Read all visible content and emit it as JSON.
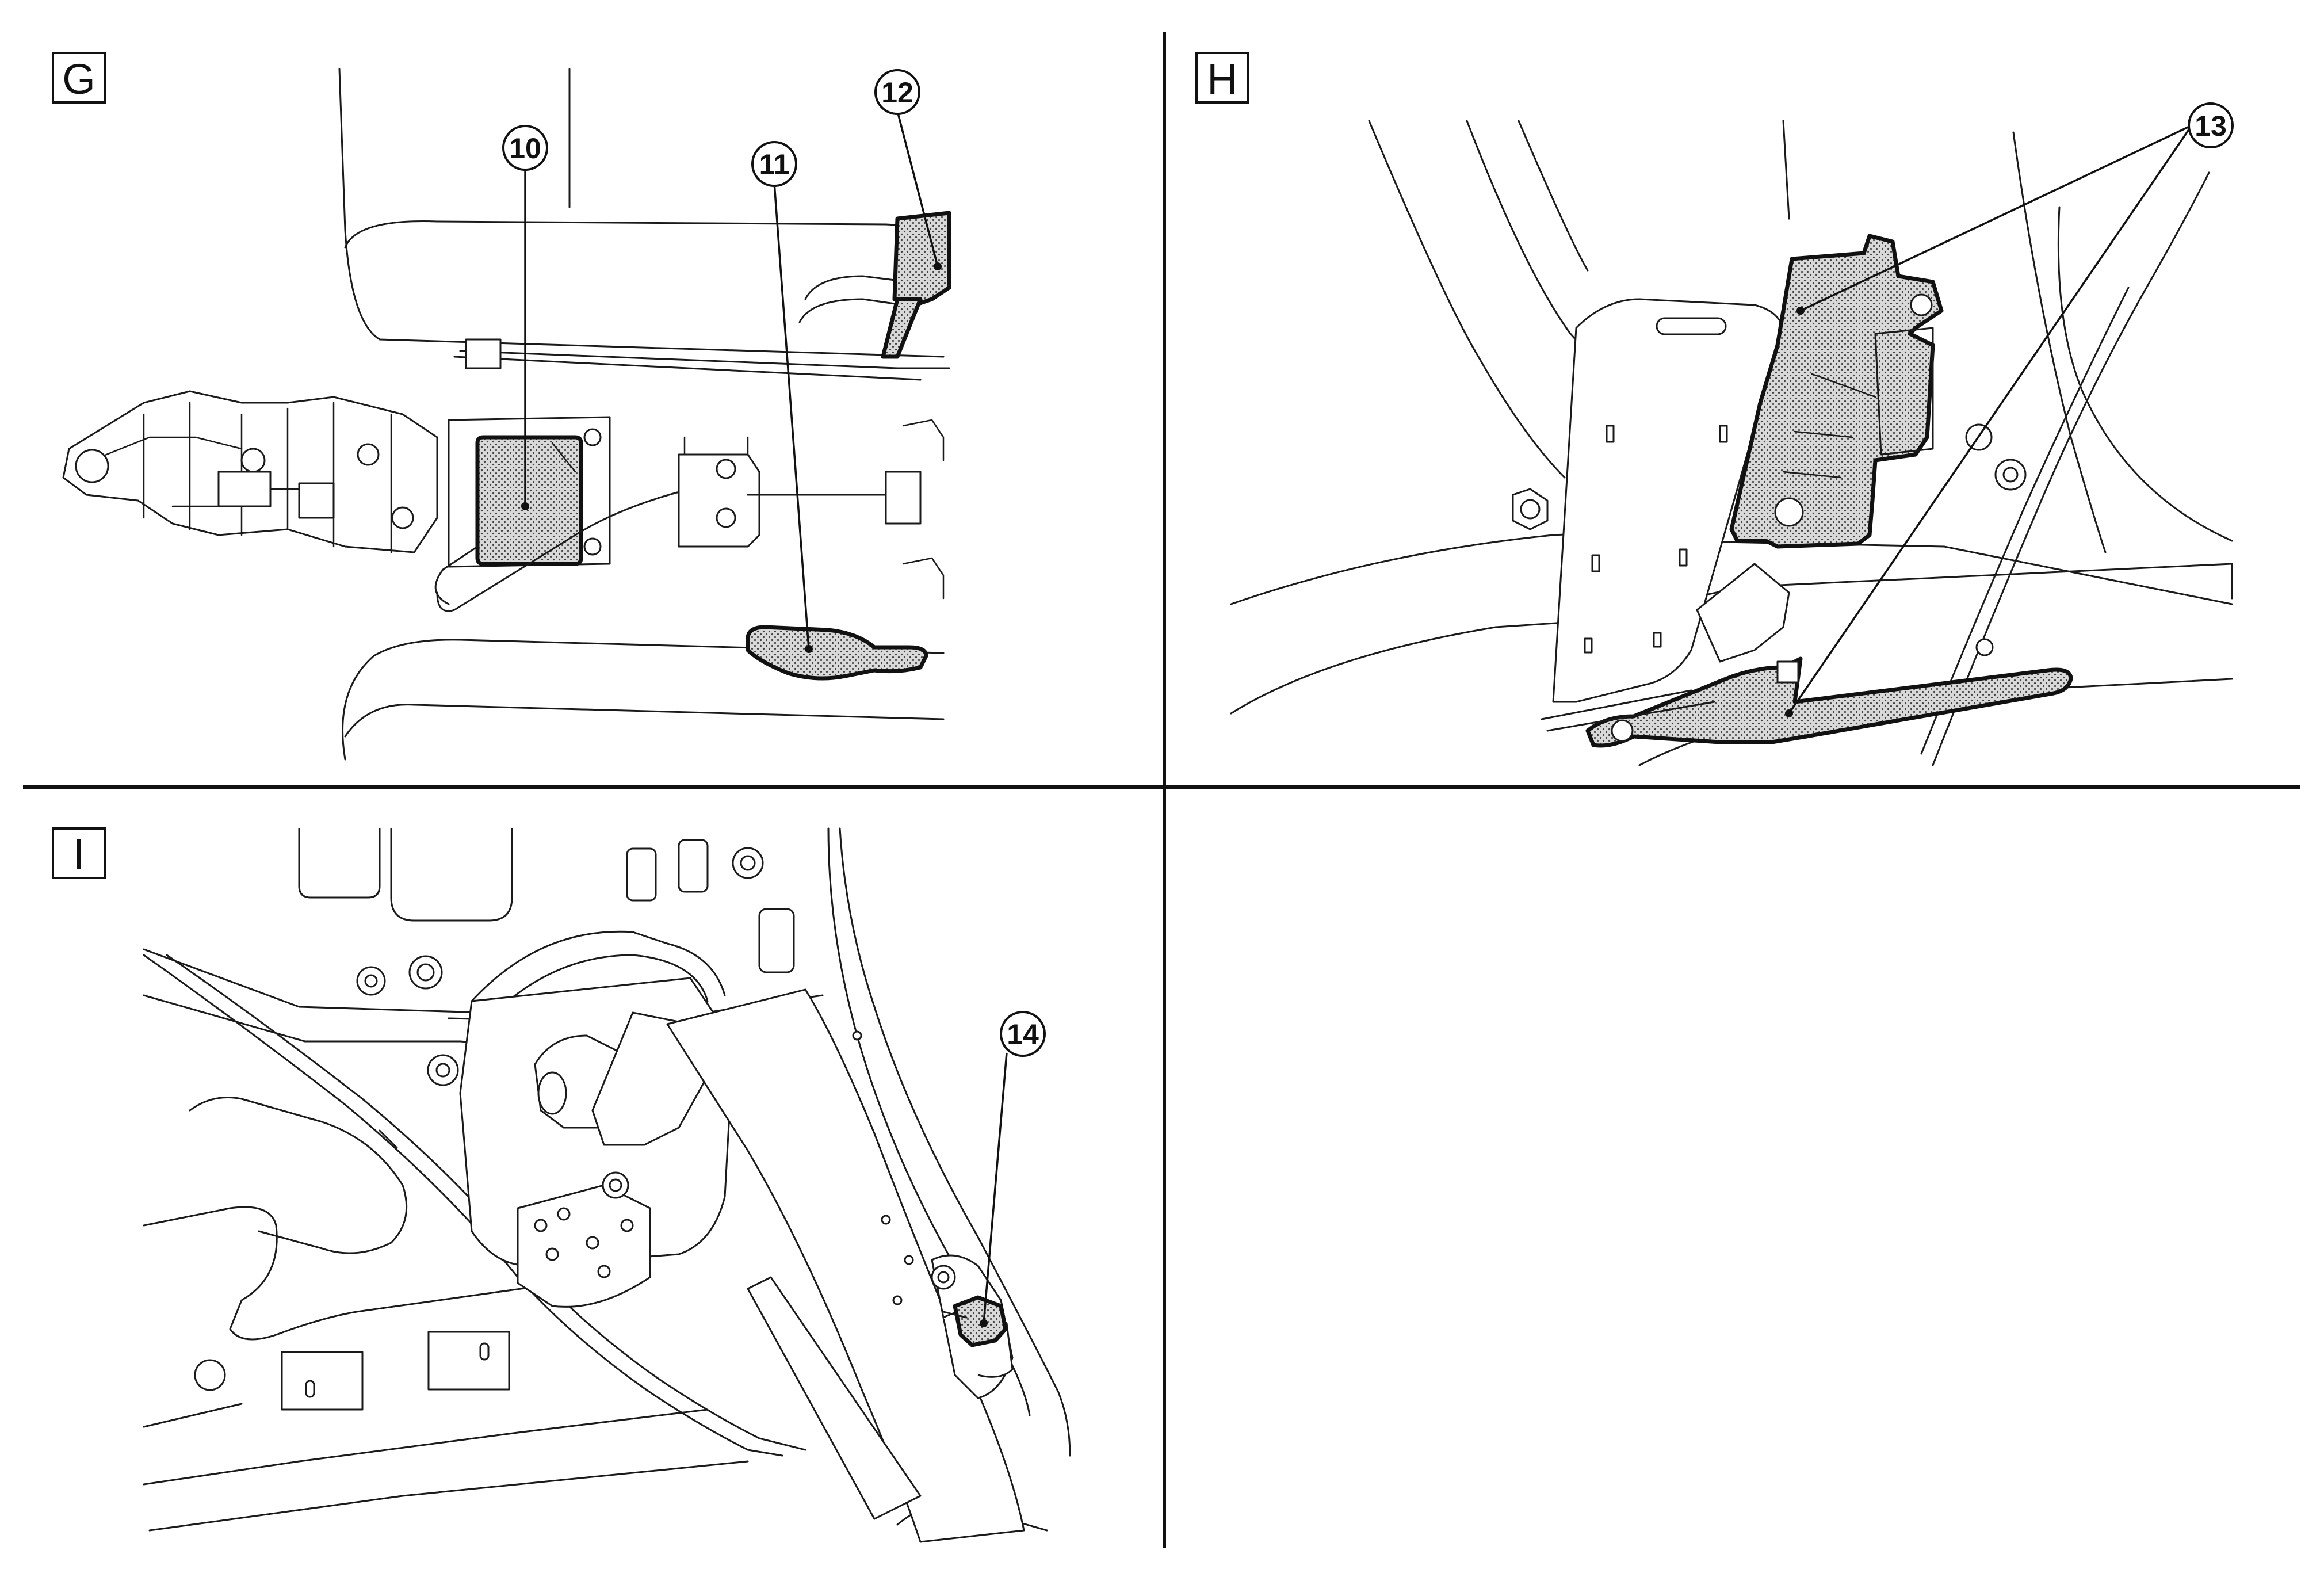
{
  "panels": [
    {
      "id": "G",
      "label": "G"
    },
    {
      "id": "H",
      "label": "H"
    },
    {
      "id": "I",
      "label": "I"
    }
  ],
  "callouts": [
    {
      "id": "c10",
      "number": "10",
      "panel": "G"
    },
    {
      "id": "c11",
      "number": "11",
      "panel": "G"
    },
    {
      "id": "c12",
      "number": "12",
      "panel": "G"
    },
    {
      "id": "c13",
      "number": "13",
      "panel": "H"
    },
    {
      "id": "c14",
      "number": "14",
      "panel": "I"
    }
  ],
  "colors": {
    "ink": "#111111",
    "background": "#ffffff",
    "highlight-fill": "#8a8a8a"
  }
}
